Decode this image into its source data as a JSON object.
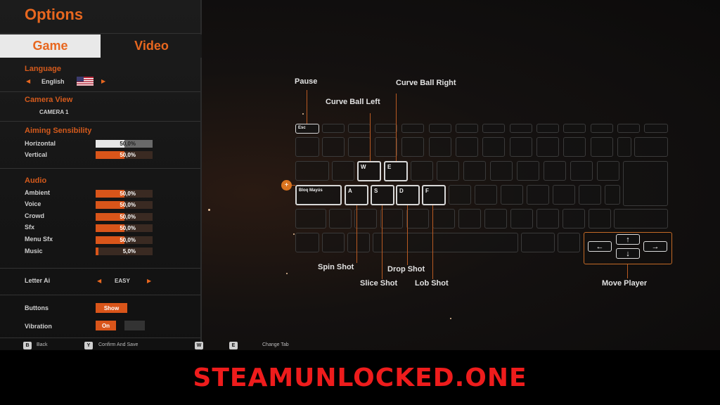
{
  "title": "Options",
  "tabs": [
    {
      "label": "Game",
      "active": true
    },
    {
      "label": "Video",
      "active": false
    }
  ],
  "language": {
    "heading": "Language",
    "value": "English"
  },
  "camera": {
    "heading": "Camera View",
    "value": "CAMERA 1"
  },
  "aiming": {
    "heading": "Aiming Sensibility",
    "items": [
      {
        "label": "Horizontal",
        "value": "50,0%",
        "level": 0.5
      },
      {
        "label": "Vertical",
        "value": "50,0%",
        "level": 0.5
      }
    ]
  },
  "audio": {
    "heading": "Audio",
    "items": [
      {
        "label": "Ambient",
        "value": "50,0%",
        "level": 0.5
      },
      {
        "label": "Voice",
        "value": "50,0%",
        "level": 0.5
      },
      {
        "label": "Crowd",
        "value": "50,0%",
        "level": 0.5
      },
      {
        "label": "Sfx",
        "value": "50,0%",
        "level": 0.5
      },
      {
        "label": "Menu Sfx",
        "value": "50,0%",
        "level": 0.5
      },
      {
        "label": "Music",
        "value": "5,0%",
        "level": 0.05
      }
    ]
  },
  "letter_ai": {
    "label": "Letter Ai",
    "value": "EASY"
  },
  "buttons": {
    "label": "Buttons",
    "value": "Show"
  },
  "vibration": {
    "label": "Vibration",
    "on": "On"
  },
  "hints": {
    "back_key": "B",
    "back": "Back",
    "confirm_key": "Y",
    "confirm": "Confirm And Save",
    "tab_key1": "W",
    "tab_key2": "E",
    "change_tab": "Change Tab"
  },
  "annotations": {
    "pause": "Pause",
    "curve_left": "Curve Ball Left",
    "curve_right": "Curve Ball Right",
    "spin_shot": "Spin Shot",
    "slice_shot": "Slice Shot",
    "drop_shot": "Drop Shot",
    "lob_shot": "Lob Shot",
    "move_player": "Move Player"
  },
  "keys": {
    "esc": "Esc",
    "w": "W",
    "e": "E",
    "a": "A",
    "s": "S",
    "d": "D",
    "f": "F",
    "caps": "Bloq Mayús",
    "up": "↑",
    "down": "↓",
    "left": "←",
    "right": "→"
  },
  "banner": "STEAMUNLOCKED.ONE",
  "colors": {
    "accent": "#e8671f",
    "banner": "#ee1c1c"
  }
}
